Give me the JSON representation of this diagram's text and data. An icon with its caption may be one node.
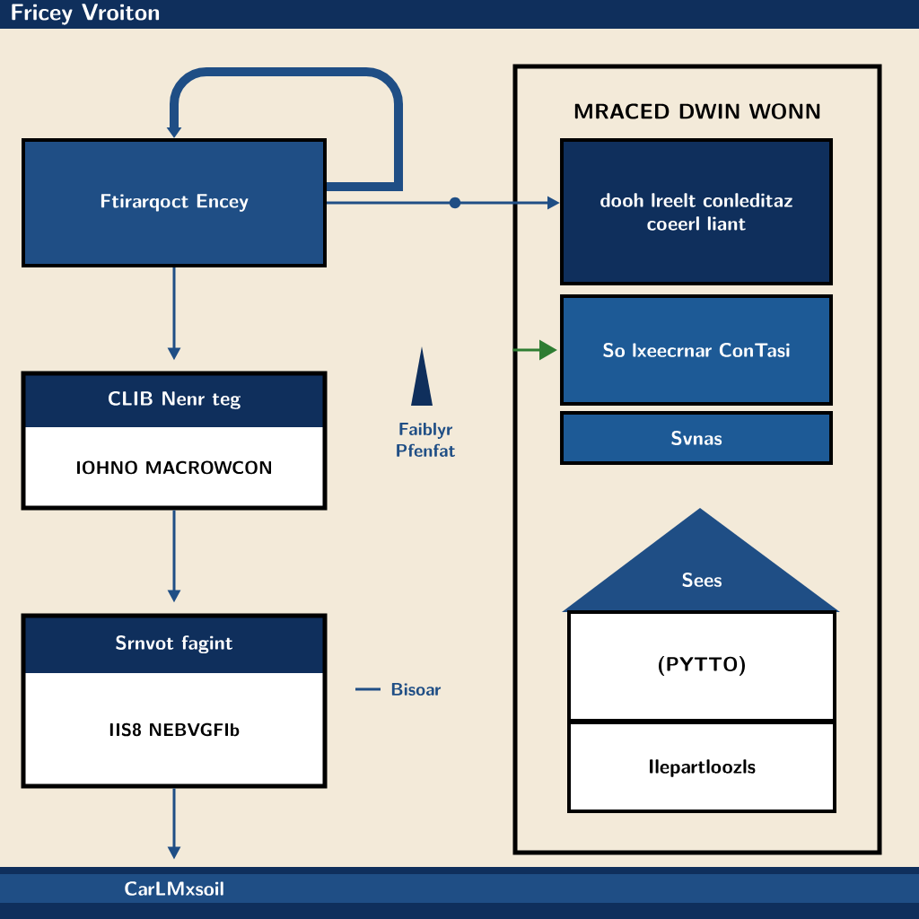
{
  "diagram": {
    "title": "Fricey Vroiton",
    "nodes": [
      {
        "text": [
          "Ftirarqoct Encey"
        ]
      },
      {
        "text": [
          "CLIB Nenr teg",
          "IOHNO MACROWCON"
        ]
      },
      {
        "text": [
          "Srnvot fagint",
          "IIS8 NEBVGFIb"
        ]
      },
      {
        "text": [
          "CarLMxsoil"
        ]
      },
      {
        "text": [
          "MRACED DWIN WONN"
        ]
      },
      {
        "text": [
          "dooh lreelt conleditaz coeerl liant"
        ],
        "in": 4
      },
      {
        "text": [
          "So lxeecrnar ConTasi"
        ],
        "in": 4
      },
      {
        "text": [
          "Svnas"
        ],
        "in": 4
      },
      {
        "text": [
          "Sees",
          "(PYTTO)",
          "Ilepartloozls"
        ],
        "in": 4
      }
    ],
    "edges": [
      {
        "from": 0,
        "to": 0,
        "arrow": "to",
        "style": "thick"
      },
      {
        "from": 0,
        "to": 1,
        "arrow": "to"
      },
      {
        "from": 1,
        "to": 2,
        "arrow": "to"
      },
      {
        "from": 2,
        "to": 3,
        "arrow": "to"
      },
      {
        "from": 0,
        "to": 5,
        "arrow": "to"
      },
      {
        "from": 4,
        "to": 6,
        "arrow": "to",
        "color": "#2e7d32"
      }
    ],
    "labels": [
      "Faiblyr Pfenfat",
      "Bisoar"
    ]
  }
}
